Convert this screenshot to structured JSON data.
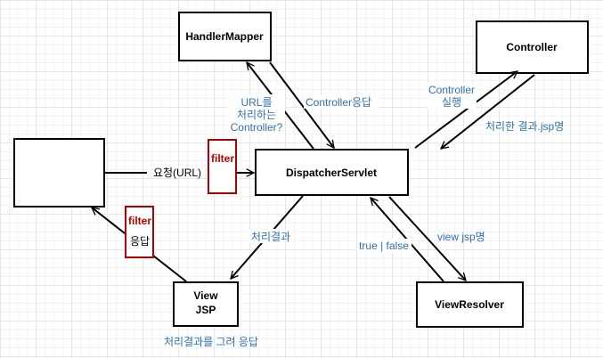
{
  "nodes": {
    "handler_mapper": "HandlerMapper",
    "controller": "Controller",
    "client": "",
    "dispatcher_servlet": "DispatcherServlet",
    "view_jsp_line1": "View",
    "view_jsp_line2": "JSP",
    "view_resolver": "ViewResolver"
  },
  "filters": {
    "request_filter": "filter",
    "response_filter": "filter"
  },
  "edges": {
    "request": "요청(URL)",
    "response": "응답",
    "hm_query_line1": "URL를",
    "hm_query_line2": "처리하는",
    "hm_query_line3": "Controller?",
    "hm_reply": "Controller응답",
    "controller_exec_line1": "Controller",
    "controller_exec_line2": "실행",
    "controller_result": "처리한 결과.jsp명",
    "process_result": "처리결과",
    "view_jsp_name": "view jsp명",
    "true_false": "true | false",
    "view_caption": "처리결과를 그려 응답"
  },
  "colors": {
    "edge_text": "#2f6fb5",
    "filter": "#c00000",
    "line": "#000000"
  }
}
